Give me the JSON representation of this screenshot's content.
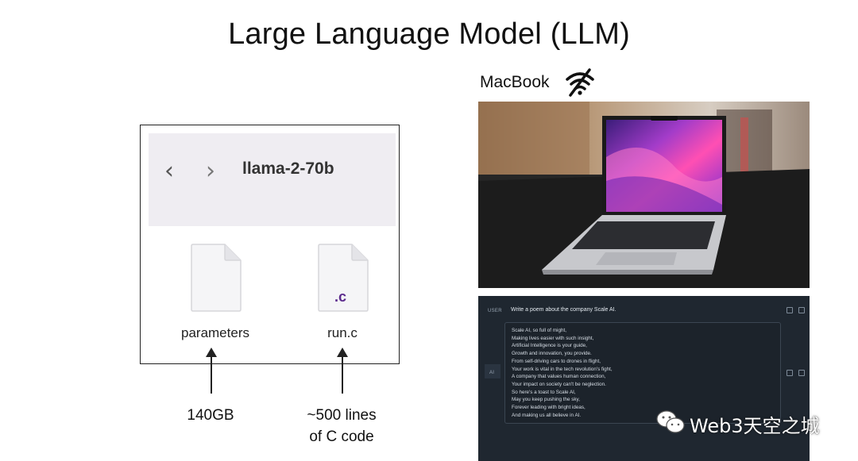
{
  "title": "Large Language Model (LLM)",
  "file_window": {
    "nav_back": "‹",
    "nav_forward": "›",
    "folder_name": "llama-2-70b",
    "files": [
      {
        "name": "parameters",
        "badge": ""
      },
      {
        "name": "run.c",
        "badge": ".c"
      }
    ]
  },
  "annotations": {
    "params_size": "140GB",
    "runc_lines_1": "~500 lines",
    "runc_lines_2": "of C code"
  },
  "macbook": {
    "label": "MacBook",
    "icon": "wifi-off-icon"
  },
  "chat": {
    "user_role": "USER",
    "user_prompt": "Write a poem about the company Scale AI.",
    "ai_role": "AI",
    "answer": [
      "Scale AI, so full of might,",
      "Making lives easier with such insight,",
      "Artificial Intelligence is your guide,",
      "Growth and innovation, you provide.",
      "From self-driving cars to drones in flight,",
      "Your work is vital in the tech revolution's fight,",
      "A company that values human connection,",
      "Your impact on society can't be neglection.",
      "So here's a toast to Scale AI,",
      "May you keep pushing the sky,",
      "Forever leading with bright ideas,",
      "And making us all believe in AI."
    ]
  },
  "watermark": "Web3天空之城",
  "colors": {
    "chat_bg": "#1f2730",
    "c_badge": "#5b2a8c",
    "window_header": "#efedf2"
  }
}
